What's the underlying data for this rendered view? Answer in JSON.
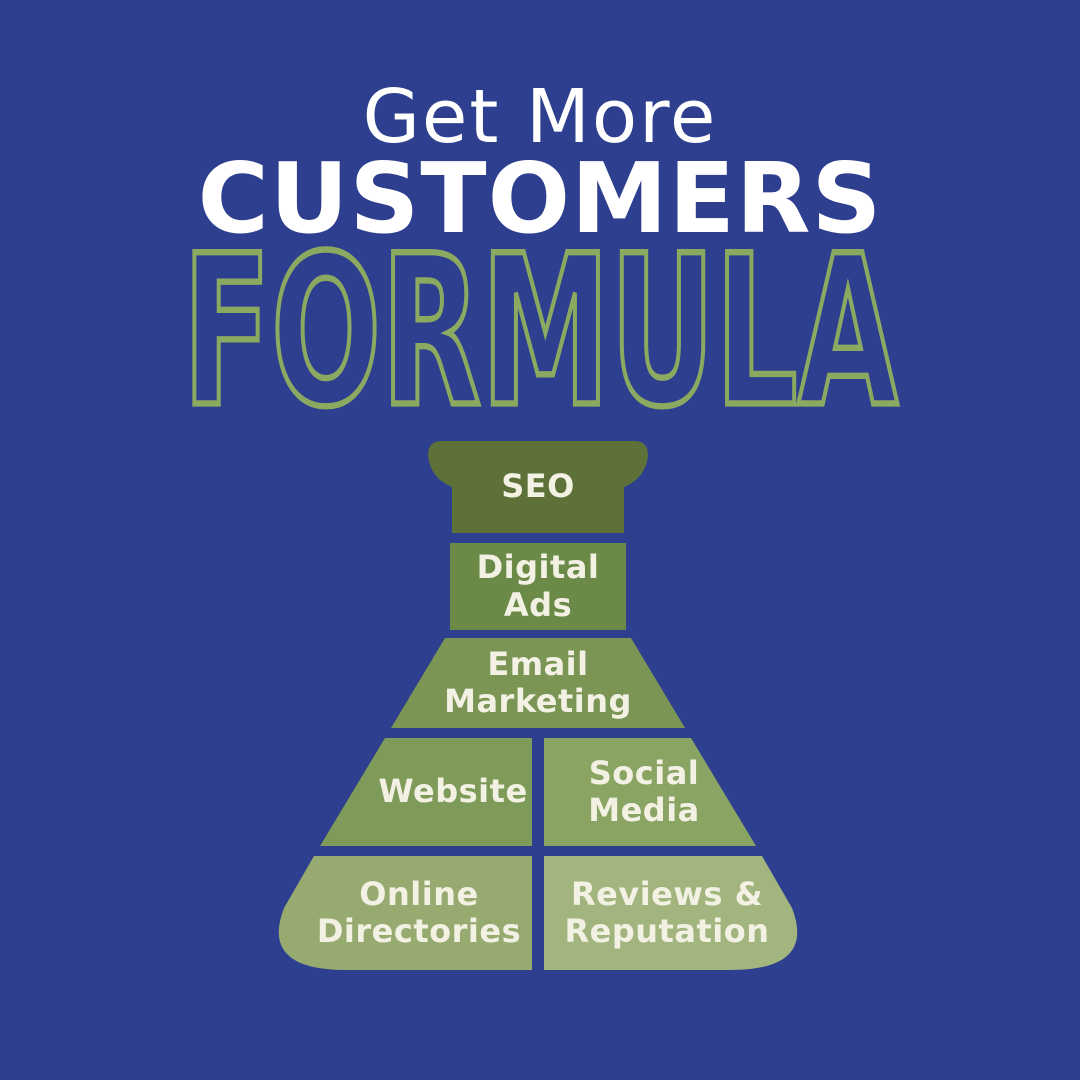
{
  "colors": {
    "background": "#2d3f8e",
    "title_text": "#ffffff",
    "outline_green": "#8ba960",
    "segment_text": "#f2f1e4"
  },
  "title": {
    "line1": "Get More",
    "line2": "CUSTOMERS",
    "line3": "FORMULA"
  },
  "funnel": {
    "shape": "flask",
    "segments": [
      {
        "id": "seo",
        "label": "SEO",
        "lines": [
          "SEO"
        ],
        "color": "#5d7139"
      },
      {
        "id": "digital-ads",
        "label": "Digital Ads",
        "lines": [
          "Digital",
          "Ads"
        ],
        "color": "#6b8a48"
      },
      {
        "id": "email-marketing",
        "label": "Email Marketing",
        "lines": [
          "Email",
          "Marketing"
        ],
        "color": "#7b9555"
      },
      {
        "id": "website",
        "label": "Website",
        "lines": [
          "Website"
        ],
        "color": "#7f9b59"
      },
      {
        "id": "social-media",
        "label": "Social Media",
        "lines": [
          "Social",
          "Media"
        ],
        "color": "#8aa464"
      },
      {
        "id": "online-directories",
        "label": "Online Directories",
        "lines": [
          "Online",
          "Directories"
        ],
        "color": "#97ab71"
      },
      {
        "id": "reviews-reputation",
        "label": "Reviews & Reputation",
        "lines": [
          "Reviews &",
          "Reputation"
        ],
        "color": "#a3b57e"
      }
    ]
  }
}
